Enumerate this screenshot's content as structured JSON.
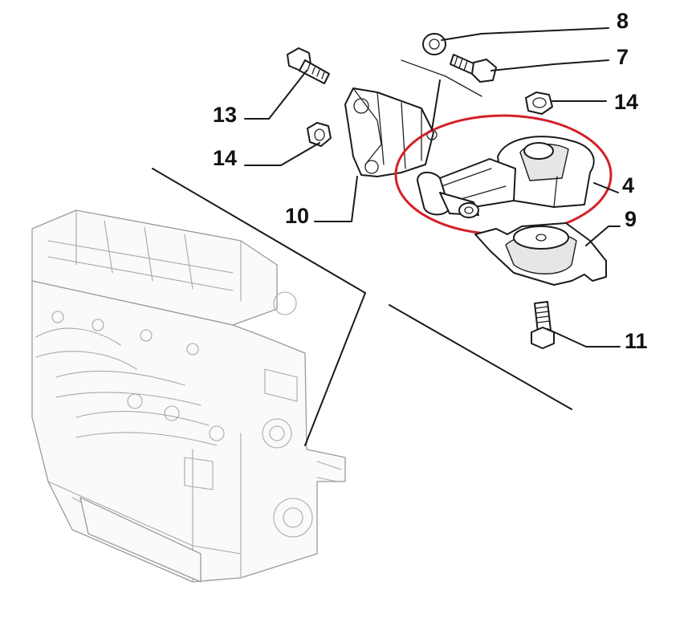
{
  "diagram": {
    "callouts": {
      "c8": "8",
      "c7": "7",
      "c14a": "14",
      "c13": "13",
      "c14b": "14",
      "c4": "4",
      "c9": "9",
      "c10": "10",
      "c11": "11"
    },
    "highlight_color": "#d42027",
    "line_color": "#1a1a1a"
  }
}
